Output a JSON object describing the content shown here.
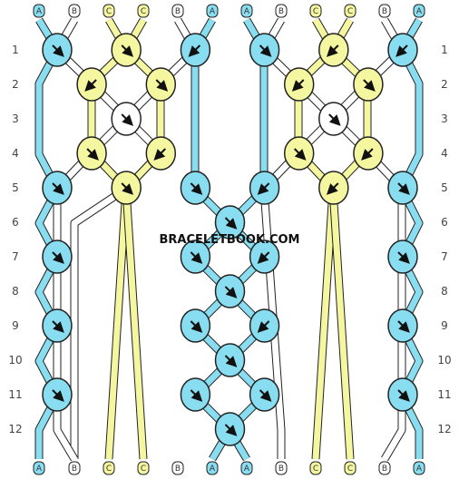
{
  "watermark": "BRACELETBOOK.COM",
  "colors": {
    "A": "#88ddf0",
    "B": "#ffffff",
    "C": "#f5f7a0"
  },
  "thread_labels_top": [
    "A",
    "B",
    "C",
    "C",
    "B",
    "A",
    "A",
    "B",
    "C",
    "C",
    "B",
    "A"
  ],
  "thread_labels_bottom": [
    "A",
    "B",
    "C",
    "C",
    "B",
    "A",
    "A",
    "B",
    "C",
    "C",
    "B",
    "A"
  ],
  "row_labels_left": [
    "1",
    "2",
    "3",
    "4",
    "5",
    "6",
    "7",
    "8",
    "9",
    "10",
    "11",
    "12"
  ],
  "row_labels_right": [
    "1",
    "2",
    "3",
    "4",
    "5",
    "6",
    "7",
    "8",
    "9",
    "10",
    "11",
    "12"
  ],
  "knots": [
    {
      "row": 1,
      "pos": 0,
      "color": "A",
      "arrow": "se"
    },
    {
      "row": 1,
      "pos": 2,
      "color": "C",
      "arrow": "se"
    },
    {
      "row": 1,
      "pos": 4,
      "color": "A",
      "arrow": "sw"
    },
    {
      "row": 1,
      "pos": 6,
      "color": "A",
      "arrow": "se"
    },
    {
      "row": 1,
      "pos": 8,
      "color": "C",
      "arrow": "sw"
    },
    {
      "row": 1,
      "pos": 10,
      "color": "A",
      "arrow": "sw"
    },
    {
      "row": 2,
      "pos": 1,
      "color": "C",
      "arrow": "sw"
    },
    {
      "row": 2,
      "pos": 3,
      "color": "C",
      "arrow": "se"
    },
    {
      "row": 2,
      "pos": 7,
      "color": "C",
      "arrow": "sw"
    },
    {
      "row": 2,
      "pos": 9,
      "color": "C",
      "arrow": "se"
    },
    {
      "row": 3,
      "pos": 2,
      "color": "B",
      "arrow": "se"
    },
    {
      "row": 3,
      "pos": 8,
      "color": "B",
      "arrow": "se"
    },
    {
      "row": 4,
      "pos": 1,
      "color": "C",
      "arrow": "se"
    },
    {
      "row": 4,
      "pos": 3,
      "color": "C",
      "arrow": "sw"
    },
    {
      "row": 4,
      "pos": 7,
      "color": "C",
      "arrow": "se"
    },
    {
      "row": 4,
      "pos": 9,
      "color": "C",
      "arrow": "sw"
    },
    {
      "row": 5,
      "pos": 0,
      "color": "A",
      "arrow": "se"
    },
    {
      "row": 5,
      "pos": 2,
      "color": "C",
      "arrow": "se"
    },
    {
      "row": 5,
      "pos": 4,
      "color": "A",
      "arrow": "se"
    },
    {
      "row": 5,
      "pos": 6,
      "color": "A",
      "arrow": "sw"
    },
    {
      "row": 5,
      "pos": 8,
      "color": "C",
      "arrow": "sw"
    },
    {
      "row": 5,
      "pos": 10,
      "color": "A",
      "arrow": "se"
    },
    {
      "row": 6,
      "pos": 5,
      "color": "A",
      "arrow": "se"
    },
    {
      "row": 7,
      "pos": 0,
      "color": "A",
      "arrow": "se"
    },
    {
      "row": 7,
      "pos": 4,
      "color": "A",
      "arrow": "se"
    },
    {
      "row": 7,
      "pos": 6,
      "color": "A",
      "arrow": "sw"
    },
    {
      "row": 7,
      "pos": 10,
      "color": "A",
      "arrow": "se"
    },
    {
      "row": 8,
      "pos": 5,
      "color": "A",
      "arrow": "se"
    },
    {
      "row": 9,
      "pos": 0,
      "color": "A",
      "arrow": "se"
    },
    {
      "row": 9,
      "pos": 4,
      "color": "A",
      "arrow": "se"
    },
    {
      "row": 9,
      "pos": 6,
      "color": "A",
      "arrow": "sw"
    },
    {
      "row": 9,
      "pos": 10,
      "color": "A",
      "arrow": "se"
    },
    {
      "row": 10,
      "pos": 5,
      "color": "A",
      "arrow": "se"
    },
    {
      "row": 11,
      "pos": 0,
      "color": "A",
      "arrow": "se"
    },
    {
      "row": 11,
      "pos": 4,
      "color": "A",
      "arrow": "se"
    },
    {
      "row": 11,
      "pos": 6,
      "color": "A",
      "arrow": "se"
    },
    {
      "row": 11,
      "pos": 10,
      "color": "A",
      "arrow": "se"
    },
    {
      "row": 12,
      "pos": 5,
      "color": "A",
      "arrow": "se"
    }
  ],
  "straight_threads": [
    {
      "color": "C",
      "pos": 2,
      "from_row": 5,
      "to": "bottom"
    },
    {
      "color": "C",
      "pos": 8,
      "from_row": 5,
      "to": "bottom"
    }
  ]
}
